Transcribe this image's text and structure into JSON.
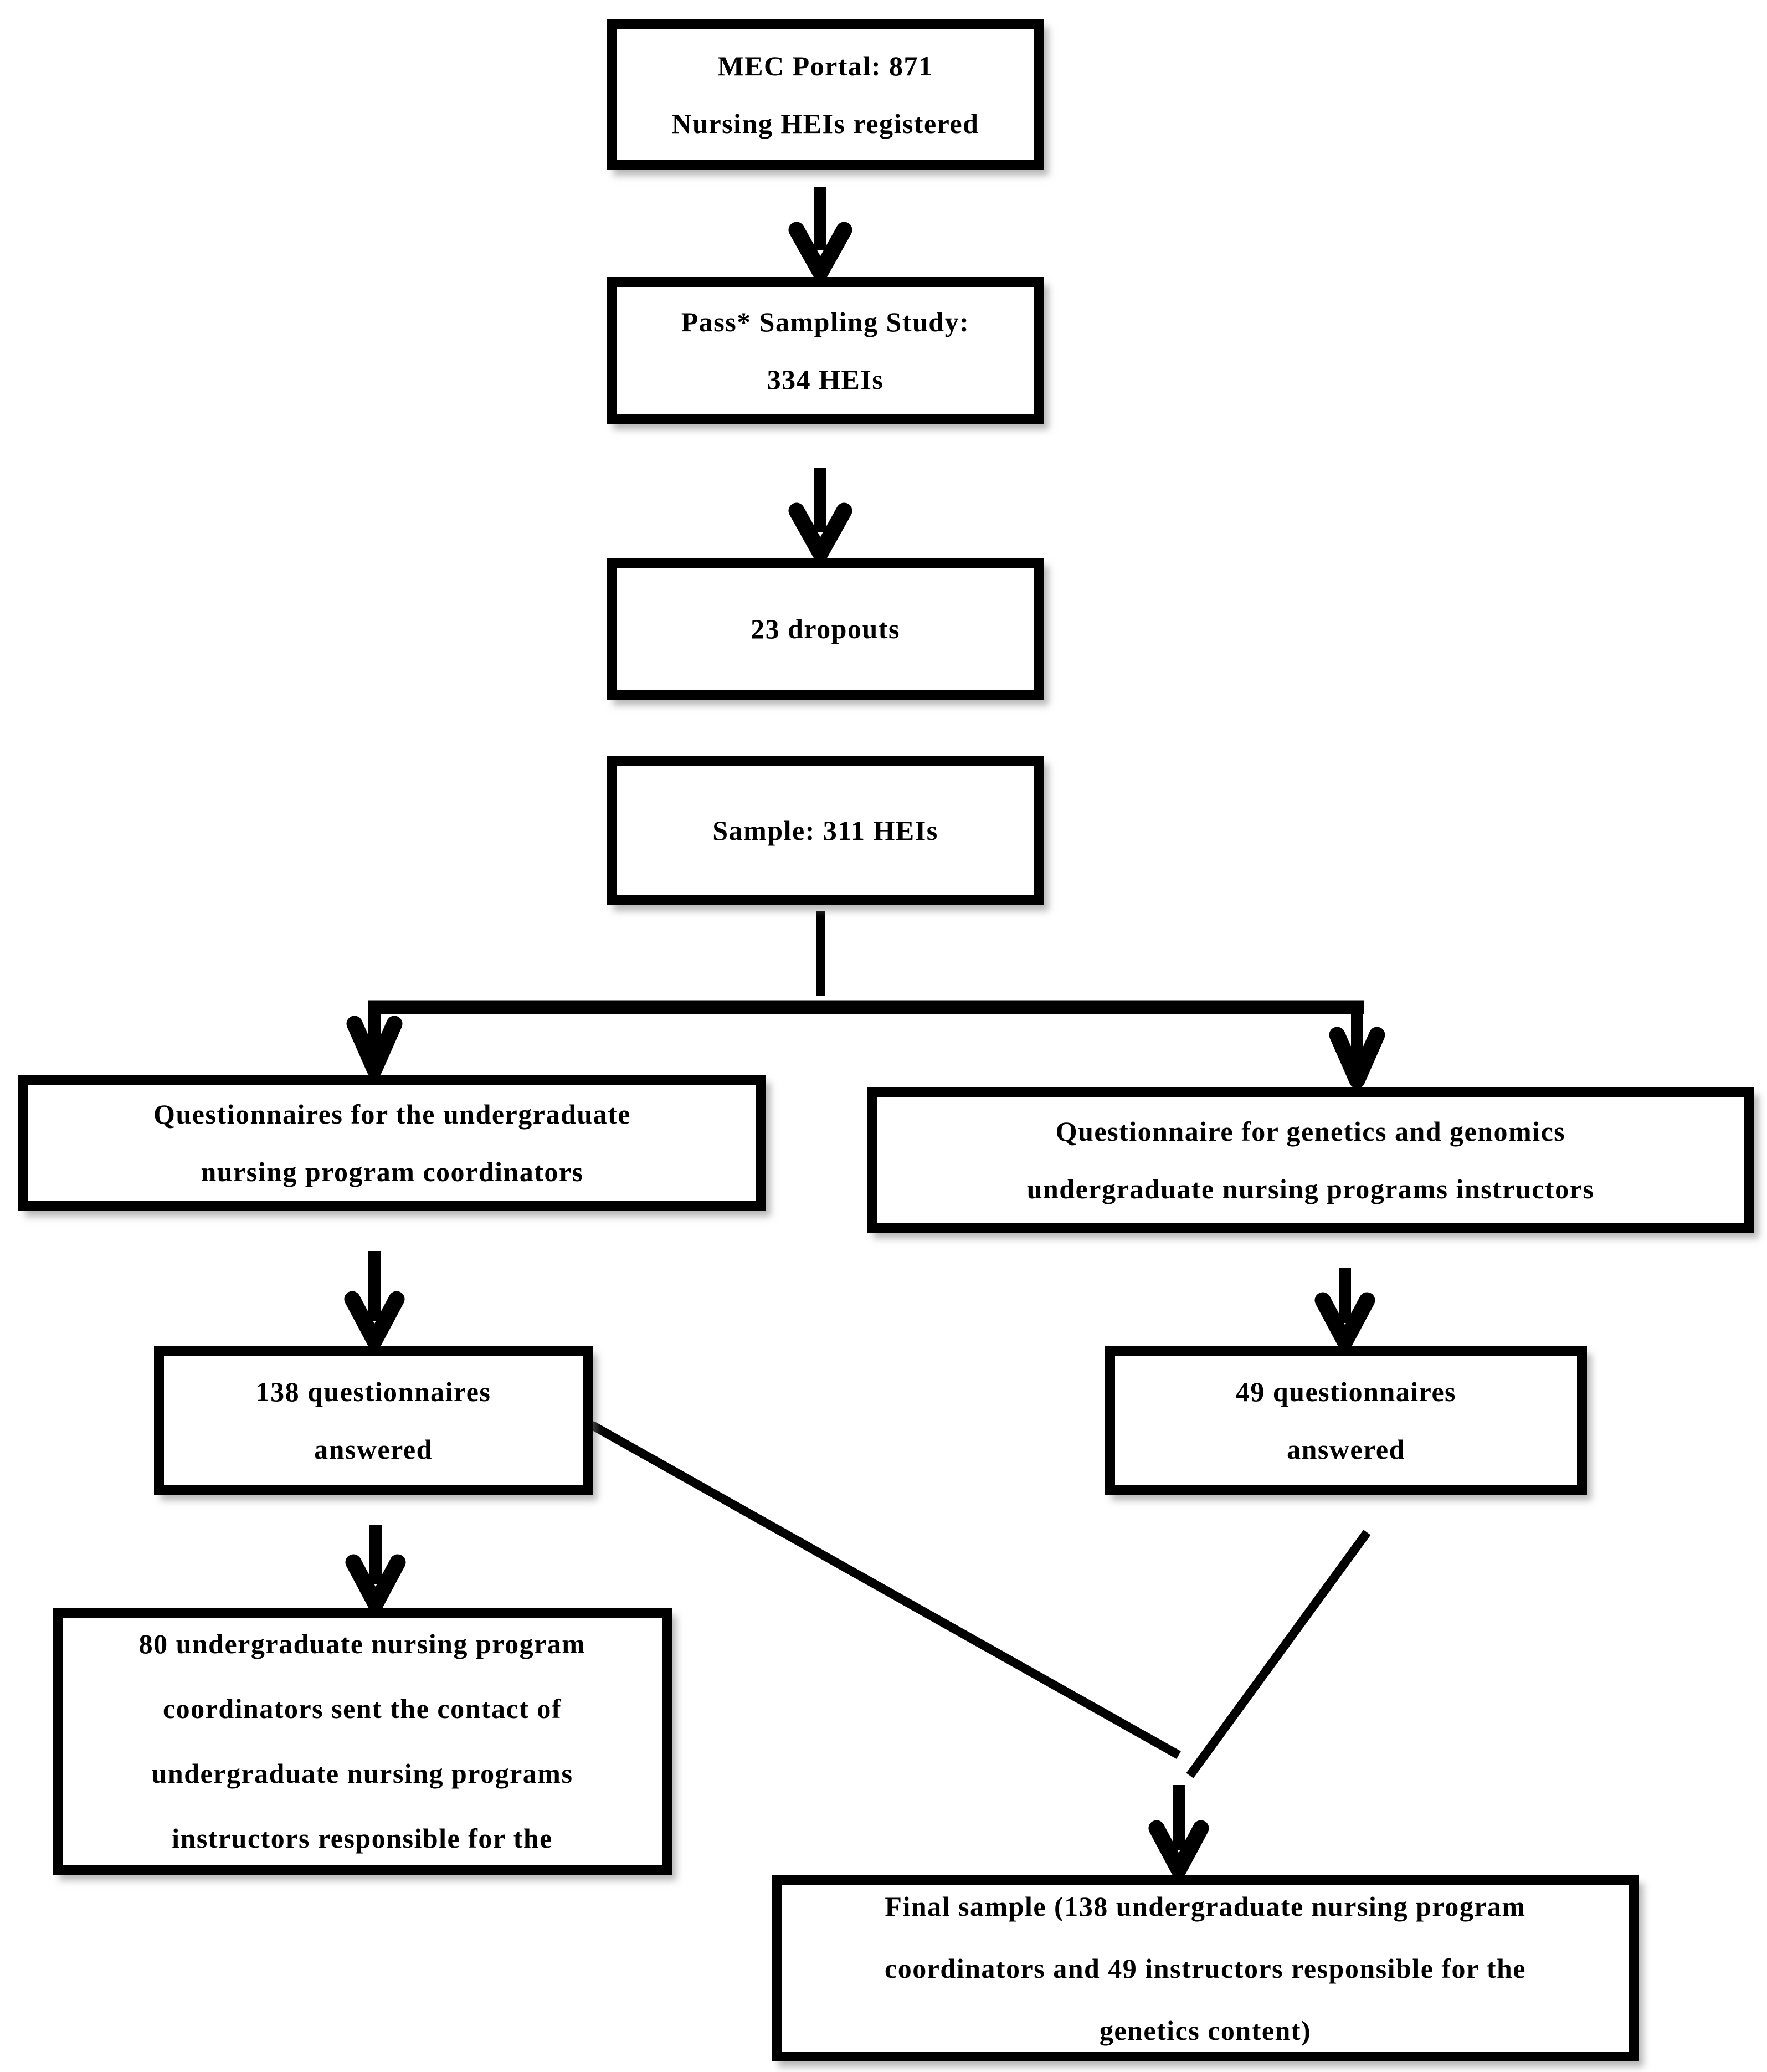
{
  "nodes": {
    "mec_portal": {
      "lines": [
        "MEC Portal: 871",
        "Nursing HEIs registered"
      ]
    },
    "pass_sampling": {
      "lines": [
        "Pass* Sampling Study:",
        "334 HEIs"
      ]
    },
    "dropouts": {
      "lines": [
        "23 dropouts"
      ]
    },
    "sample": {
      "lines": [
        "Sample: 311 HEIs"
      ]
    },
    "coordinators_questionnaire": {
      "lines": [
        "Questionnaires for the undergraduate",
        "nursing program coordinators"
      ]
    },
    "instructors_questionnaire": {
      "lines": [
        "Questionnaire for genetics and genomics",
        "undergraduate nursing programs instructors"
      ]
    },
    "answered_138": {
      "lines": [
        "138 questionnaires",
        "answered"
      ]
    },
    "answered_49": {
      "lines": [
        "49 questionnaires",
        "answered"
      ]
    },
    "coordinators_80": {
      "lines": [
        "80 undergraduate nursing program",
        "coordinators sent the contact of",
        "undergraduate nursing programs",
        "instructors responsible for the"
      ]
    },
    "final_sample": {
      "lines": [
        "Final sample (138 undergraduate nursing program",
        "coordinators and 49 instructors responsible for the",
        "genetics content)"
      ]
    }
  },
  "colors": {
    "stroke": "#000000",
    "box_fill": "#ffffff",
    "background": "#ffffff",
    "shadow": "#7d7d7d"
  }
}
